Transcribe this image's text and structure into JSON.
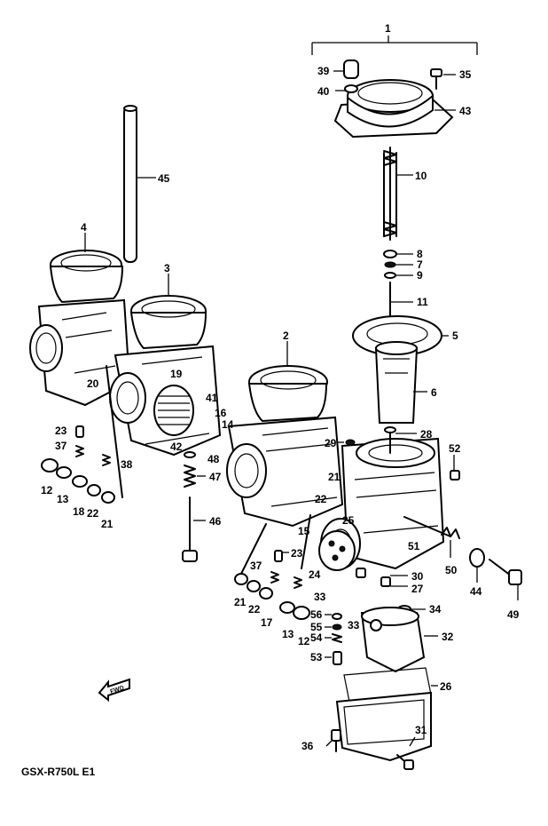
{
  "caption": "GSX-R750L E1",
  "direction_marker": "FWD",
  "callouts": [
    {
      "id": "c1",
      "text": "1"
    },
    {
      "id": "c39",
      "text": "39"
    },
    {
      "id": "c35",
      "text": "35"
    },
    {
      "id": "c40",
      "text": "40"
    },
    {
      "id": "c43",
      "text": "43"
    },
    {
      "id": "c45",
      "text": "45"
    },
    {
      "id": "c10",
      "text": "10"
    },
    {
      "id": "c4",
      "text": "4"
    },
    {
      "id": "c8",
      "text": "8"
    },
    {
      "id": "c7",
      "text": "7"
    },
    {
      "id": "c9",
      "text": "9"
    },
    {
      "id": "c3",
      "text": "3"
    },
    {
      "id": "c11",
      "text": "11"
    },
    {
      "id": "c5",
      "text": "5"
    },
    {
      "id": "c2",
      "text": "2"
    },
    {
      "id": "c20",
      "text": "20"
    },
    {
      "id": "c19",
      "text": "19"
    },
    {
      "id": "c41",
      "text": "41"
    },
    {
      "id": "c6",
      "text": "6"
    },
    {
      "id": "c16",
      "text": "16"
    },
    {
      "id": "c14",
      "text": "14"
    },
    {
      "id": "c23a",
      "text": "23"
    },
    {
      "id": "c28",
      "text": "28"
    },
    {
      "id": "c42",
      "text": "42"
    },
    {
      "id": "c37a",
      "text": "37"
    },
    {
      "id": "c29",
      "text": "29"
    },
    {
      "id": "c52",
      "text": "52"
    },
    {
      "id": "c48",
      "text": "48"
    },
    {
      "id": "c38",
      "text": "38"
    },
    {
      "id": "c47",
      "text": "47"
    },
    {
      "id": "c12a",
      "text": "12"
    },
    {
      "id": "c13a",
      "text": "13"
    },
    {
      "id": "c18",
      "text": "18"
    },
    {
      "id": "c22a",
      "text": "22"
    },
    {
      "id": "c21a",
      "text": "21"
    },
    {
      "id": "c21b",
      "text": "21"
    },
    {
      "id": "c22b",
      "text": "22"
    },
    {
      "id": "c25",
      "text": "25"
    },
    {
      "id": "c15",
      "text": "15"
    },
    {
      "id": "c46",
      "text": "46"
    },
    {
      "id": "c51",
      "text": "51"
    },
    {
      "id": "c23b",
      "text": "23"
    },
    {
      "id": "c50",
      "text": "50"
    },
    {
      "id": "c44",
      "text": "44"
    },
    {
      "id": "c24",
      "text": "24"
    },
    {
      "id": "c37b",
      "text": "37"
    },
    {
      "id": "c30",
      "text": "30"
    },
    {
      "id": "c27",
      "text": "27"
    },
    {
      "id": "c49",
      "text": "49"
    },
    {
      "id": "c33a",
      "text": "33"
    },
    {
      "id": "c21c",
      "text": "21"
    },
    {
      "id": "c22c",
      "text": "22"
    },
    {
      "id": "c17",
      "text": "17"
    },
    {
      "id": "c34",
      "text": "34"
    },
    {
      "id": "c56",
      "text": "56"
    },
    {
      "id": "c55",
      "text": "55"
    },
    {
      "id": "c33b",
      "text": "33"
    },
    {
      "id": "c13b",
      "text": "13"
    },
    {
      "id": "c12b",
      "text": "12"
    },
    {
      "id": "c32",
      "text": "32"
    },
    {
      "id": "c54",
      "text": "54"
    },
    {
      "id": "c53",
      "text": "53"
    },
    {
      "id": "c26",
      "text": "26"
    },
    {
      "id": "c36",
      "text": "36"
    },
    {
      "id": "c31",
      "text": "31"
    }
  ]
}
